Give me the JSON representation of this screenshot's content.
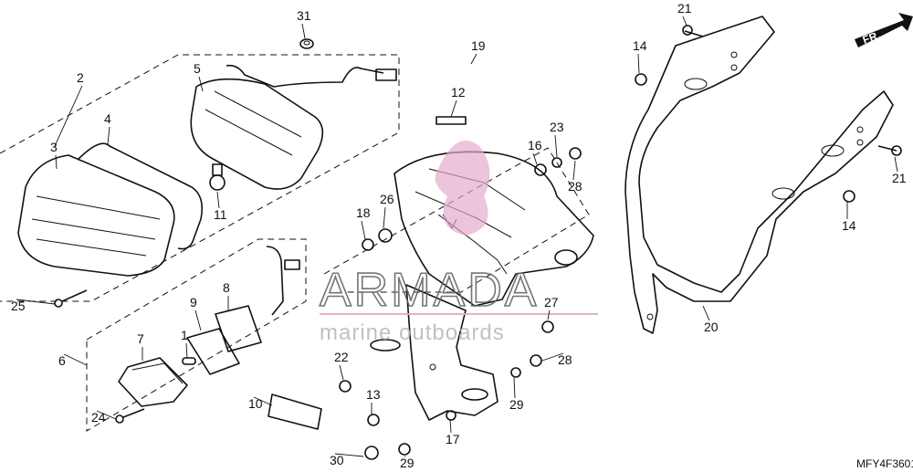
{
  "diagram": {
    "code": "MFY4F3601",
    "front_marker": "FR.",
    "watermark": {
      "brand": "ARMADA",
      "tagline": "marine outboards",
      "accent": "#e3a8cc"
    },
    "callouts": [
      "1",
      "2",
      "3",
      "4",
      "5",
      "6",
      "7",
      "8",
      "9",
      "10",
      "11",
      "12",
      "13",
      "14",
      "14",
      "16",
      "17",
      "18",
      "19",
      "20",
      "21",
      "21",
      "22",
      "23",
      "24",
      "25",
      "26",
      "27",
      "28",
      "28",
      "29",
      "29",
      "30",
      "31"
    ]
  }
}
